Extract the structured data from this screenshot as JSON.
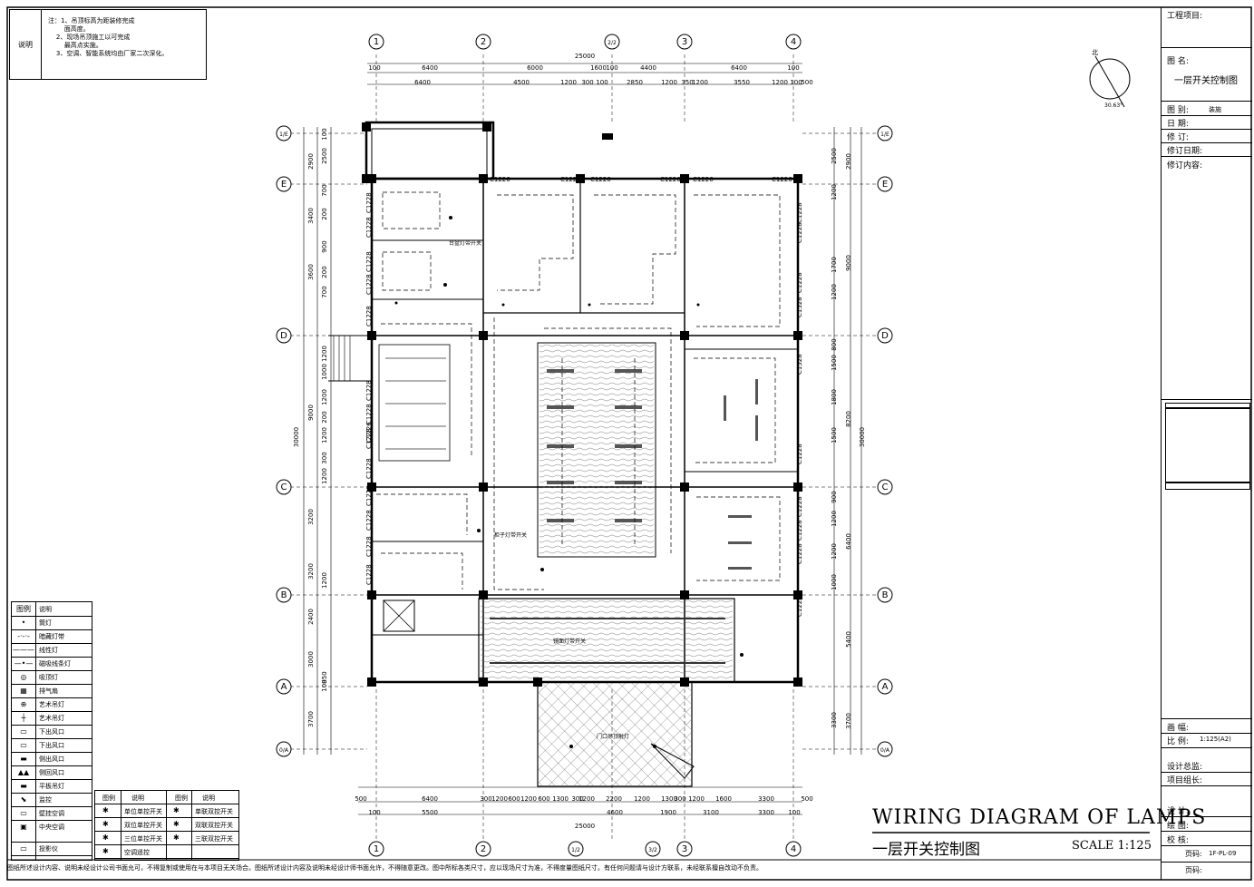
{
  "notes": {
    "heading": "说明",
    "lines": [
      "注：1、吊顶标高为距装修完成",
      "        面高度。",
      "    2、现场吊顶施工以可完成",
      "        最高点实施。",
      "    3、空调、智能系统均由厂家二次深化。"
    ]
  },
  "title_block": {
    "project": "工程项目:",
    "drawing_name_label": "图    名:",
    "drawing_name": "一层开关控制图",
    "category_label": "图  别:",
    "category": "装施",
    "date": "日  期:",
    "revision": "修  订:",
    "revision_date": "修订日期:",
    "revision_content": "修订内容:",
    "sheet_size": "画  幅:",
    "scale_label": "比  例:",
    "scale_value": "1:125(A2)",
    "design_director": "设计总监:",
    "project_leader": "项目组长:",
    "designer": "设  计:",
    "drafter": "绘  图:",
    "checker": "校  核:",
    "page_label": "页码:",
    "page_value": "1F-PL-09",
    "page_label2": "页码:"
  },
  "heading": {
    "english": "WIRING DIAGRAM OF LAMPS",
    "chinese": "一层开关控制图",
    "scale": "SCALE 1:125"
  },
  "footer": "图纸所述设计内容、说明未经设计公司书面允可，不得复制或使用在与本项目无关场合。图纸所述设计内容及说明未经设计师书面允许，不得随意更改。图中所标各类尺寸，应以现场尺寸为准，不得度量图纸尺寸。有任何问题请与设计方联系，未经联系擅自改动不负责。",
  "north": {
    "label": "北",
    "angle": "30.63°"
  },
  "legend_lamps": {
    "header": [
      "图例",
      "说明"
    ],
    "items": [
      "筒灯",
      "暗藏灯带",
      "线性灯",
      "磁吸线条灯",
      "吸顶灯",
      "排气扇",
      "艺术吊灯",
      "艺术吊灯",
      "下出风口",
      "下出风口",
      "侧出风口",
      "侧回风口",
      "平板吊灯",
      "监控",
      "壁挂空调",
      "中央空调",
      "投影仪"
    ]
  },
  "legend_switches": {
    "header": [
      "图例",
      "说明",
      "图例",
      "说明"
    ],
    "left": [
      "单位单控开关",
      "双位单控开关",
      "三位单控开关",
      "空调遥控"
    ],
    "right": [
      "单联双控开关",
      "双联双控开关",
      "三联双控开关"
    ]
  },
  "axes": {
    "top": [
      "1",
      "2",
      "2/2",
      "3",
      "4"
    ],
    "bottom": [
      "1",
      "2",
      "1/2",
      "3/2",
      "3",
      "4"
    ],
    "left": [
      "1/E",
      "E",
      "D",
      "C",
      "B",
      "A",
      "0/A"
    ],
    "right": [
      "1/E",
      "E",
      "D",
      "C",
      "B",
      "A",
      "0/A"
    ]
  },
  "dims": {
    "top_row1": [
      "100",
      "6400",
      "6000",
      "1600",
      "100",
      "4400",
      "6400",
      "100"
    ],
    "top_total": "25000",
    "top_row3": [
      "6400",
      "4500",
      "1200",
      "300",
      "100",
      "2850",
      "1200",
      "350",
      "1200",
      "3550",
      "1200",
      "100",
      "500"
    ],
    "bottom_row1": [
      "500",
      "6400",
      "300",
      "1200",
      "600",
      "1200",
      "600",
      "1300",
      "300",
      "1200",
      "2200",
      "1200",
      "1300",
      "300",
      "1200",
      "1600",
      "3300",
      "500"
    ],
    "bottom_row2": [
      "100",
      "5500",
      "4600",
      "1900",
      "3100",
      "3300",
      "100"
    ],
    "bottom_total": "25000",
    "left_total": "30000",
    "right_total": "30000",
    "left_outer": [
      "2900",
      "3400",
      "3600",
      "9000",
      "3200",
      "3200",
      "2400",
      "3000",
      "3700"
    ],
    "right_outer": [
      "2900",
      "9000",
      "8200",
      "6400",
      "5400",
      "3700"
    ],
    "right_inner": [
      "2500",
      "1200",
      "1700",
      "1200",
      "800",
      "1500",
      "1800",
      "1500",
      "900",
      "1200",
      "1200",
      "1000",
      "3300"
    ],
    "left_inner": [
      "100",
      "2500",
      "700",
      "200",
      "900",
      "200",
      "700",
      "1200",
      "1000",
      "1200",
      "200",
      "1200",
      "300",
      "1200",
      "1200",
      "850",
      "100"
    ]
  },
  "windows": [
    "C1226",
    "C1226",
    "C1226",
    "C1226",
    "C1226",
    "C1226",
    "C1226",
    "C1228",
    "C1228",
    "C1228",
    "C1228",
    "C1228",
    "C1228",
    "C1228",
    "C1228",
    "C1228",
    "C1228",
    "C1228",
    "C1228",
    "C1228",
    "C1228",
    "C1228",
    "C1228",
    "C1528",
    "C1528",
    "C1228",
    "C1228",
    "C1228",
    "C1228",
    "C1228"
  ],
  "annotations": [
    "台盆灯带开关",
    "柜子灯带开关",
    "镜面灯带开关",
    "门口吊顶射灯"
  ]
}
